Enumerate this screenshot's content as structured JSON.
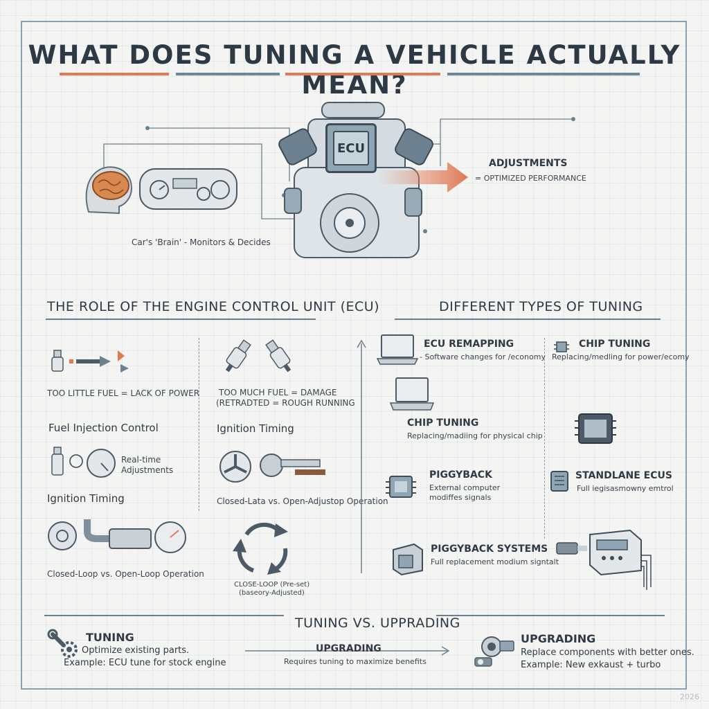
{
  "title": "WHAT DOES TUNING A VEHICLE ACTUALLY MEAN?",
  "hero": {
    "ecu_label": "ECU",
    "brain_caption": "Car's 'Brain' - Monitors & Decides",
    "adjustments": "ADJUSTMENTS",
    "optimized": "= OPTIMIZED PERFORMANCE"
  },
  "ecu_role": {
    "heading": "THE ROLE OF THE ENGINE CONTROL UNIT (ECU)",
    "too_little": "TOO LITTLE FUEL = LACK OF POWER",
    "too_much_1": "TOO MUCH FUEL = DAMAGE",
    "too_much_2": "(RETRADTED = ROUGH RUNNING",
    "fuel_injection": "Fuel Injection Control",
    "ignition_timing_right": "Ignition Timing",
    "realtime_1": "Real-time",
    "realtime_2": "Adjustments",
    "ignition_timing_left": "Ignition Timing",
    "closed_lata": "Closed-Lata vs. Open-Adjustop Operation",
    "closed_loop": "Closed-Loop vs. Open-Loop Operation",
    "cycle_1": "CLOSE-LOOP (Pre-set)",
    "cycle_2": "(baseory-Adjusted)"
  },
  "types": {
    "heading": "DIFFERENT TYPES OF TUNING",
    "ecu_remap_title": "ECU REMAPPING",
    "ecu_remap_desc": "- Software changes for /economy",
    "chip_tuning_r_title": "CHIP TUNING",
    "chip_tuning_r_desc": "Replacing/medling for power/ecomy",
    "chip_tuning_title": "CHIP TUNING",
    "chip_tuning_desc": "Replacing/madiing for physical chip",
    "piggyback_title": "PIGGYBACK",
    "piggyback_desc_1": "External computer",
    "piggyback_desc_2": "modiffes signals",
    "standalone_title": "STANDLANE ECUS",
    "standalone_desc": "Full iegisasmowny emtrol",
    "piggy_sys_title": "PIGGYBACK SYSTEMS",
    "piggy_sys_desc": "Full replacement modium signtalt"
  },
  "bottom": {
    "heading": "TUNING VS. UPPRADING",
    "tuning_title": "TUNING",
    "tuning_desc_1": "Optimize existing parts.",
    "tuning_desc_2": "Example: ECU tune for stock engine",
    "mid_title": "UPGRADING",
    "mid_desc": "Requires tuning to maximize benefits",
    "upgrading_title": "UPGRADING",
    "upgrading_desc_1": "Replace components with better ones.",
    "upgrading_desc_2": "Example: New exkaust + turbo"
  },
  "year": "2026",
  "colors": {
    "accent": "#e07a55",
    "steel": "#5e7a8e",
    "ink": "#2d3a46"
  }
}
